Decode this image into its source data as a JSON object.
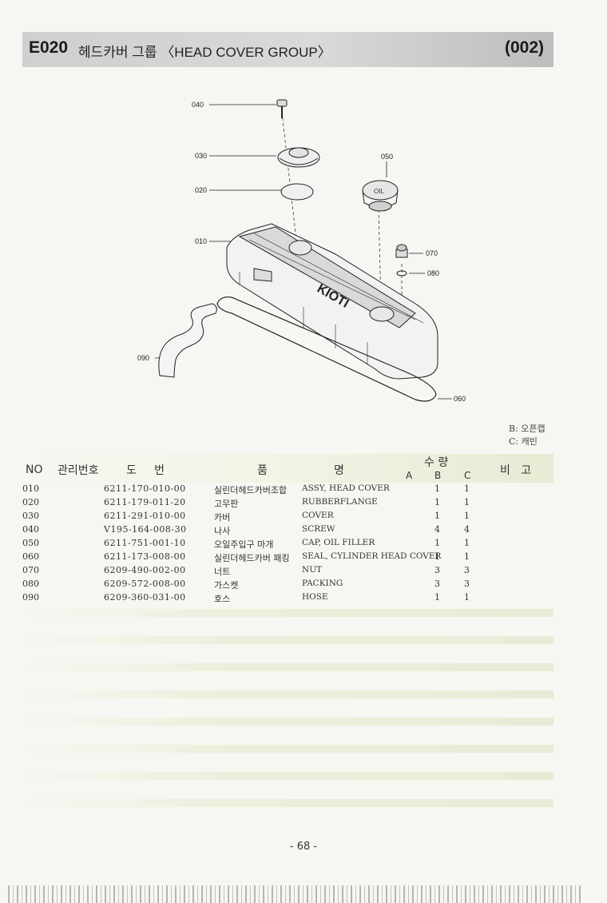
{
  "header": {
    "code": "E020",
    "title": "헤드카버 그룹 〈HEAD COVER GROUP〉",
    "page_code": "(002)"
  },
  "diagram": {
    "callouts": [
      "040",
      "030",
      "020",
      "010",
      "090",
      "050",
      "070",
      "080",
      "060"
    ]
  },
  "legend": {
    "b": "B: 오픈캡",
    "c": "C: 캐빈"
  },
  "table": {
    "headers": {
      "no": "NO",
      "mgmt": "관리번호",
      "drawing": "도     번",
      "name_1": "품",
      "name_2": "명",
      "qty": "수 량",
      "a": "A",
      "b": "B",
      "c": "C",
      "remarks": "비   고"
    },
    "rows": [
      {
        "no": "010",
        "part": "6211-170-010-00",
        "kor": "실린더헤드카버조합",
        "eng": "ASSY, HEAD COVER",
        "b": "1",
        "c": "1"
      },
      {
        "no": "020",
        "part": "6211-179-011-20",
        "kor": "고무판",
        "eng": "RUBBERFLANGE",
        "b": "1",
        "c": "1"
      },
      {
        "no": "030",
        "part": "6211-291-010-00",
        "kor": "카버",
        "eng": "COVER",
        "b": "1",
        "c": "1"
      },
      {
        "no": "040",
        "part": "V195-164-008-30",
        "kor": "나사",
        "eng": "SCREW",
        "b": "4",
        "c": "4"
      },
      {
        "no": "050",
        "part": "6211-751-001-10",
        "kor": "오일주입구 마개",
        "eng": "CAP, OIL FILLER",
        "b": "1",
        "c": "1"
      },
      {
        "no": "060",
        "part": "6211-173-008-00",
        "kor": "실린더헤드카버 패킹",
        "eng": "SEAL, CYLINDER HEAD COVER",
        "b": "1",
        "c": "1"
      },
      {
        "no": "070",
        "part": "6209-490-002-00",
        "kor": "너트",
        "eng": "NUT",
        "b": "3",
        "c": "3"
      },
      {
        "no": "080",
        "part": "6209-572-008-00",
        "kor": "가스켓",
        "eng": "PACKING",
        "b": "3",
        "c": "3"
      },
      {
        "no": "090",
        "part": "6209-360-031-00",
        "kor": "호스",
        "eng": "HOSE",
        "b": "1",
        "c": "1"
      }
    ]
  },
  "footer": {
    "page": "- 68 -"
  }
}
